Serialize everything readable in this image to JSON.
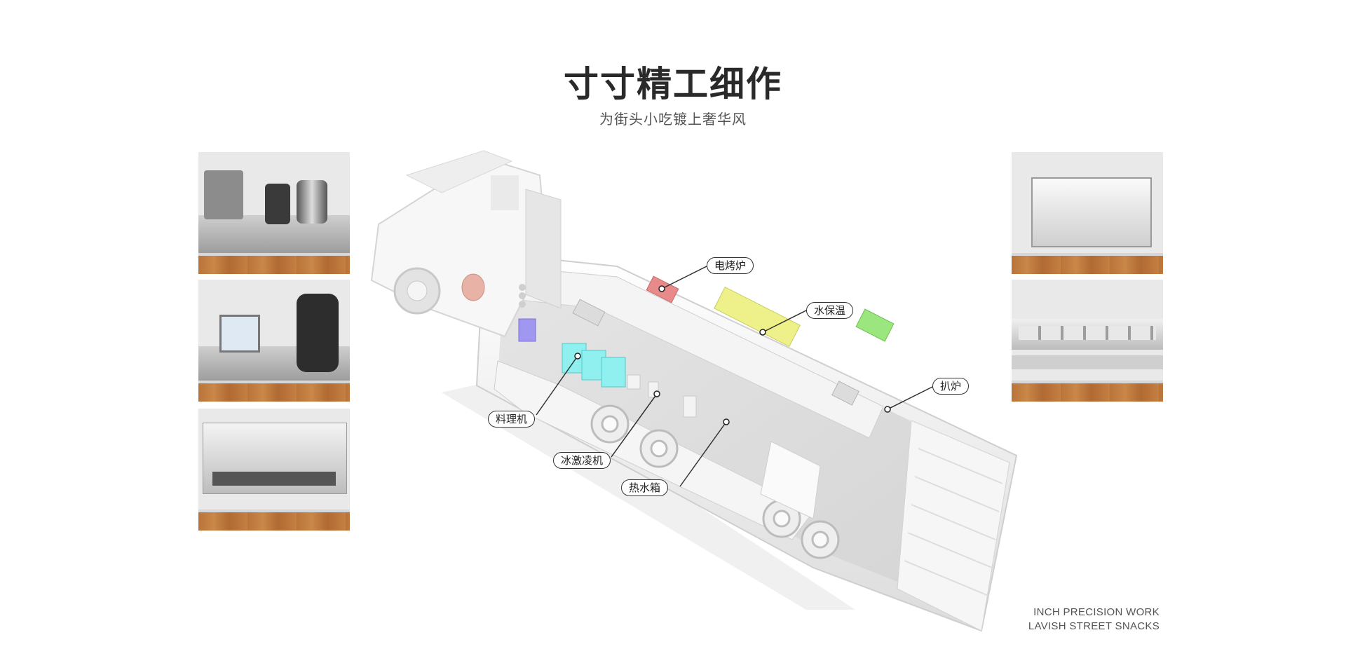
{
  "header": {
    "title": "寸寸精工细作",
    "subtitle": "为街头小吃镀上奢华风"
  },
  "callouts": {
    "electric_oven": "电烤炉",
    "water_warmer": "水保温",
    "griddle": "扒炉",
    "food_processor": "料理机",
    "ice_cream_machine": "冰激凌机",
    "hot_water_tank": "热水箱"
  },
  "footer": {
    "line1": "INCH PRECISION WORK",
    "line2": "LAVISH STREET SNACKS"
  },
  "colors": {
    "oven": "#e88a8a",
    "warmer": "#eef08a",
    "griddle": "#9be67f",
    "processor": "#e8b3a6",
    "ice_cream": "#9f97f0",
    "hot_water": "#8ff0ef",
    "wood": "#c47f42"
  }
}
